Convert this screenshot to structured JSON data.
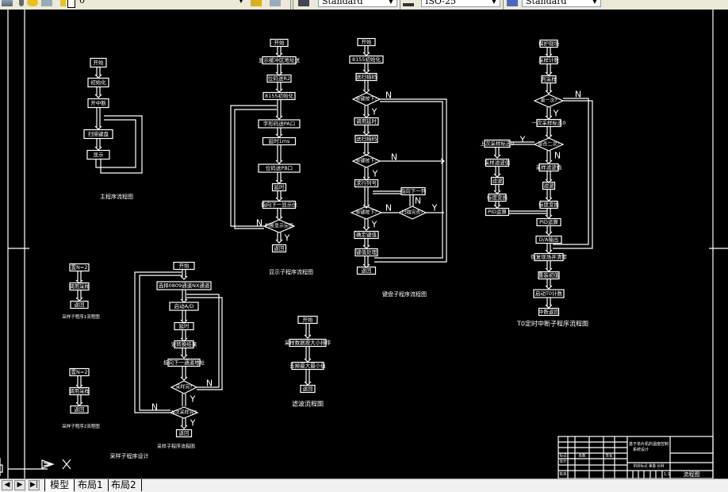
{
  "toolbar": {
    "layer_value": "0",
    "text_style": "Standard",
    "dim_style": "ISO-25",
    "table_style": "Standard"
  },
  "tabs": [
    {
      "label": "模型",
      "active": true
    },
    {
      "label": "布局1",
      "active": false
    },
    {
      "label": "布局2",
      "active": false
    }
  ],
  "ucs": {
    "x_label": "X"
  },
  "flowcharts": {
    "main": {
      "title": "主程序流程图",
      "steps": [
        "开始",
        "初始化",
        "开中断",
        "扫描键盘",
        "显示"
      ]
    },
    "display": {
      "title": "显示子程序流程图",
      "steps": [
        "开始",
        "显示缓冲区地址送",
        "位码送R2",
        "8155初始化",
        "字形码送PA口",
        "延时1ms",
        "位码送PB口",
        "延时",
        "指向下一显示位",
        "判断显示完否",
        "返回"
      ],
      "labels": {
        "pa": "PA口",
        "pb": "PB口",
        "n": "N",
        "y": "Y"
      }
    },
    "keyboard": {
      "title": "键盘子程序流程图",
      "steps": [
        "开始",
        "8155初始化",
        "送扫描码",
        "有键按下?",
        "调用延时",
        "送扫描码",
        "有键按下?",
        "求行列号",
        "有键按下?",
        "键值处理",
        "返回",
        "指向下一列",
        "扫描完否?",
        "确定键值"
      ],
      "labels": {
        "n": "N",
        "y": "Y"
      }
    },
    "t0": {
      "title": "T0定时中断子程序流程图",
      "steps": [
        "保护现场",
        "采样计数",
        "判采样",
        "第一次?",
        "一次采样标志0",
        "是否二次?",
        "上次采样标志0",
        "采样滤波值",
        "滤波",
        "标度变换",
        "PID运算",
        "D/A输出",
        "恢复现场并清零",
        "重装初值",
        "启动T0计数",
        "中断返回"
      ],
      "labels": {
        "n": "N",
        "y": "Y"
      }
    },
    "sample": {
      "title": "采样子程序流程图",
      "caption": "采样子程序设计",
      "steps": [
        "开始",
        "选择0809通道NX通道",
        "启动A/D",
        "延时",
        "读转换结果",
        "指向下一通道地址",
        "采样完?",
        "N次采样完?",
        "返回"
      ],
      "labels": {
        "n": "N",
        "y": "Y"
      }
    },
    "sub1": {
      "title": "采样子程序1流程图",
      "steps": [
        "置N=2",
        "调用采样",
        "返回"
      ]
    },
    "sub2": {
      "title": "采样子程序2流程图",
      "steps": [
        "置N=2",
        "调用采样",
        "返回"
      ]
    },
    "filter": {
      "title": "滤波流程图",
      "steps": [
        "开始",
        "采样数据按大小排序",
        "去掉最大最小值",
        "返回"
      ]
    }
  },
  "title_block": {
    "project_title": "基于单片机的温度控制系统设计",
    "drawing_name": "流程图",
    "sheet": "1:1",
    "labels": [
      "标记",
      "处数",
      "分区",
      "更改文件号",
      "签名",
      "日期",
      "设计",
      "标准化",
      "审核",
      "工艺",
      "批准",
      "阶段标记",
      "重量",
      "比例"
    ]
  }
}
